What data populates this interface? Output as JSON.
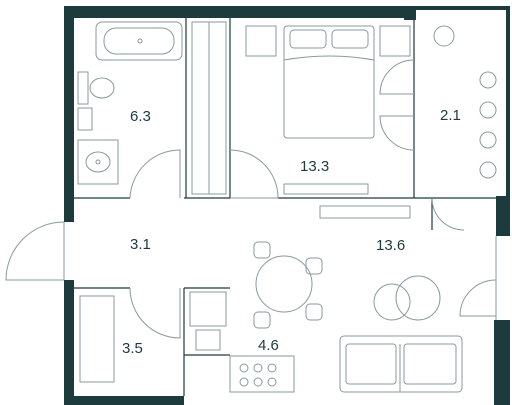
{
  "rooms": [
    {
      "id": "bathroom",
      "area": "6.3"
    },
    {
      "id": "bedroom",
      "area": "13.3"
    },
    {
      "id": "balcony",
      "area": "2.1"
    },
    {
      "id": "hall",
      "area": "3.1"
    },
    {
      "id": "living",
      "area": "13.6"
    },
    {
      "id": "wc",
      "area": "3.5"
    },
    {
      "id": "kitchen",
      "area": "4.6"
    }
  ],
  "colors": {
    "wall": "#1d3a3d",
    "line": "#8a9a9c",
    "background": "#ffffff"
  }
}
